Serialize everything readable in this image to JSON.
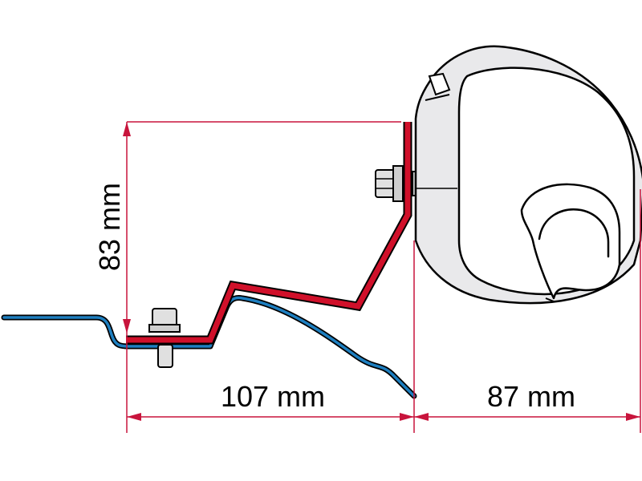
{
  "dimensions": {
    "height_label": "83 mm",
    "width_label": "107 mm",
    "depth_label": "87 mm"
  },
  "colors": {
    "bracket": "#d0102a",
    "dimension_line": "#c8143c",
    "panel": "#1e7fc0",
    "outline": "#000000",
    "awning_shade": "#e8e8ea",
    "bolt": "#d8d8d8"
  },
  "icons": [
    "bolt-icon",
    "nut-icon",
    "awning-case-icon"
  ]
}
